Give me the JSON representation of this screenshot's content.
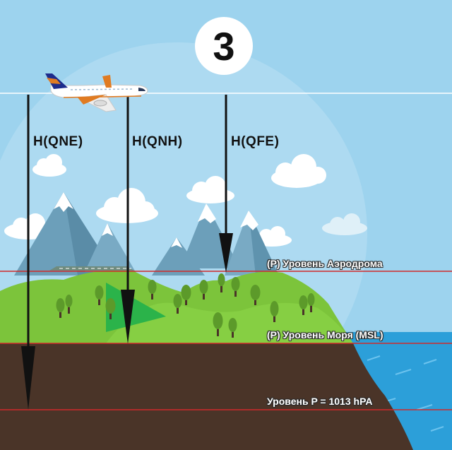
{
  "step": {
    "number": "3"
  },
  "altitudes": {
    "qne": "H(QNE)",
    "qnh": "H(QNH)",
    "qfe": "H(QFE)"
  },
  "levels": {
    "aerodrome": "(P) Уровень Аэродрома",
    "sea": "(P) Уровень Моря (MSL)",
    "standard": "Уровень P = 1013 hPA"
  },
  "colors": {
    "sky": "#9dd3ee",
    "ground": "#4a3428",
    "grass": "#7cc43b",
    "water": "#2c9fd9",
    "reference_line": "#d02a2a",
    "arrow": "#111111"
  }
}
